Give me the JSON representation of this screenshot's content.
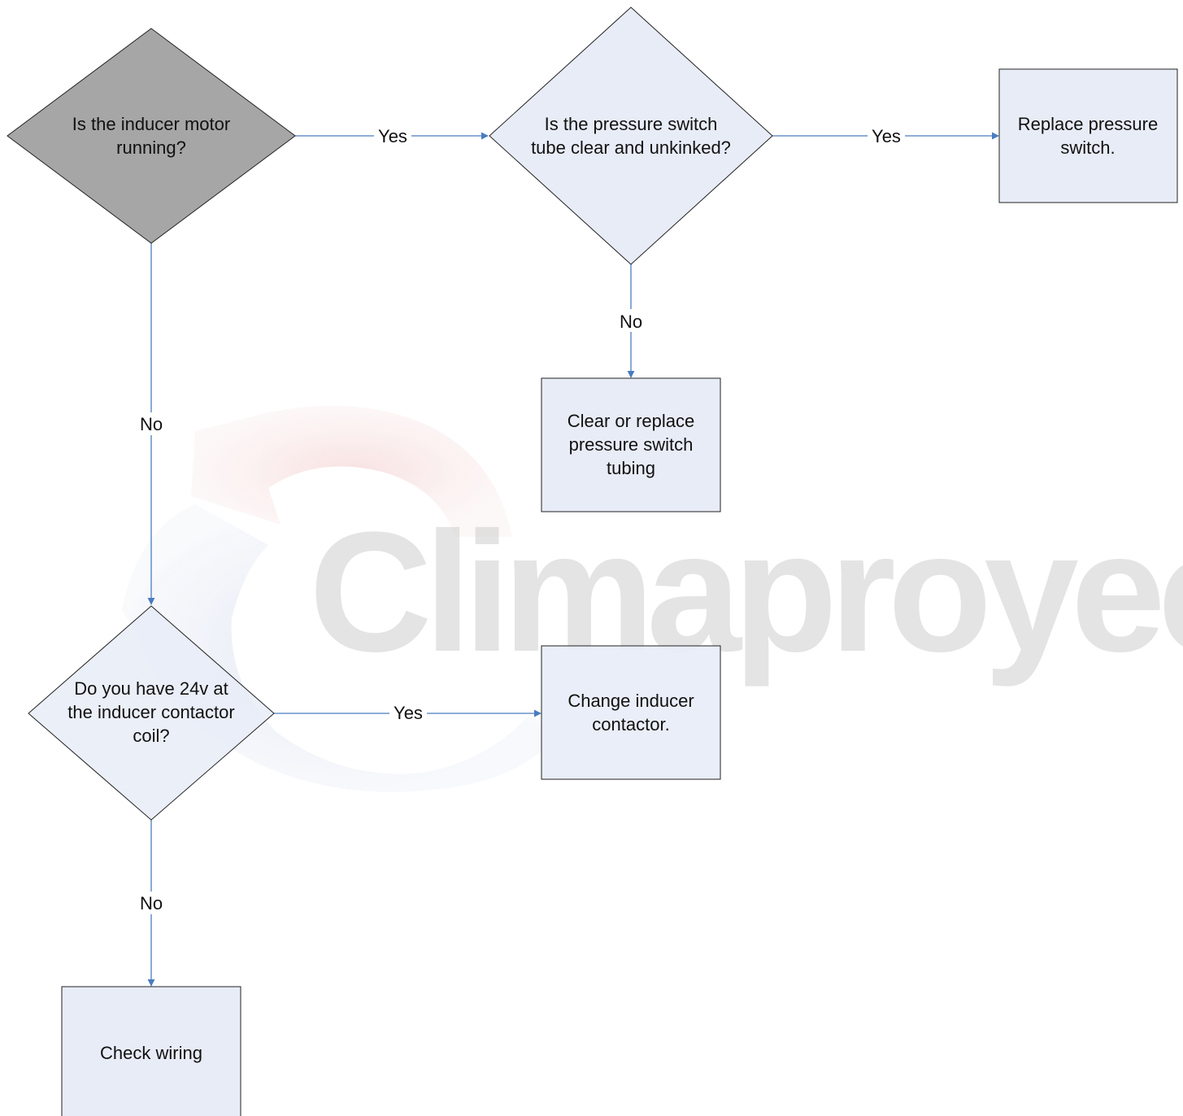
{
  "colors": {
    "node_fill": "#e8ecf7",
    "start_fill": "#a6a6a6",
    "connector": "#4a7cc0",
    "stroke": "#222222"
  },
  "watermark": {
    "text": "Climaproyectos"
  },
  "nodes": {
    "q_inducer": {
      "lines": [
        "Is the inducer motor",
        "running?"
      ]
    },
    "q_tube": {
      "lines": [
        "Is the pressure switch",
        "tube clear and unkinked?"
      ]
    },
    "a_replace_switch": {
      "lines": [
        "Replace pressure",
        "switch."
      ]
    },
    "a_clear_tubing": {
      "lines": [
        "Clear or replace",
        "pressure switch",
        "tubing"
      ]
    },
    "q_24v": {
      "lines": [
        "Do you have 24v at",
        "the inducer contactor",
        "coil?"
      ]
    },
    "a_change_contactor": {
      "lines": [
        "Change inducer",
        "contactor."
      ]
    },
    "a_check_wiring": {
      "lines": [
        "Check wiring"
      ]
    }
  },
  "edges": {
    "inducer_yes": "Yes",
    "tube_yes": "Yes",
    "tube_no": "No",
    "inducer_no": "No",
    "v24_yes": "Yes",
    "v24_no": "No"
  }
}
